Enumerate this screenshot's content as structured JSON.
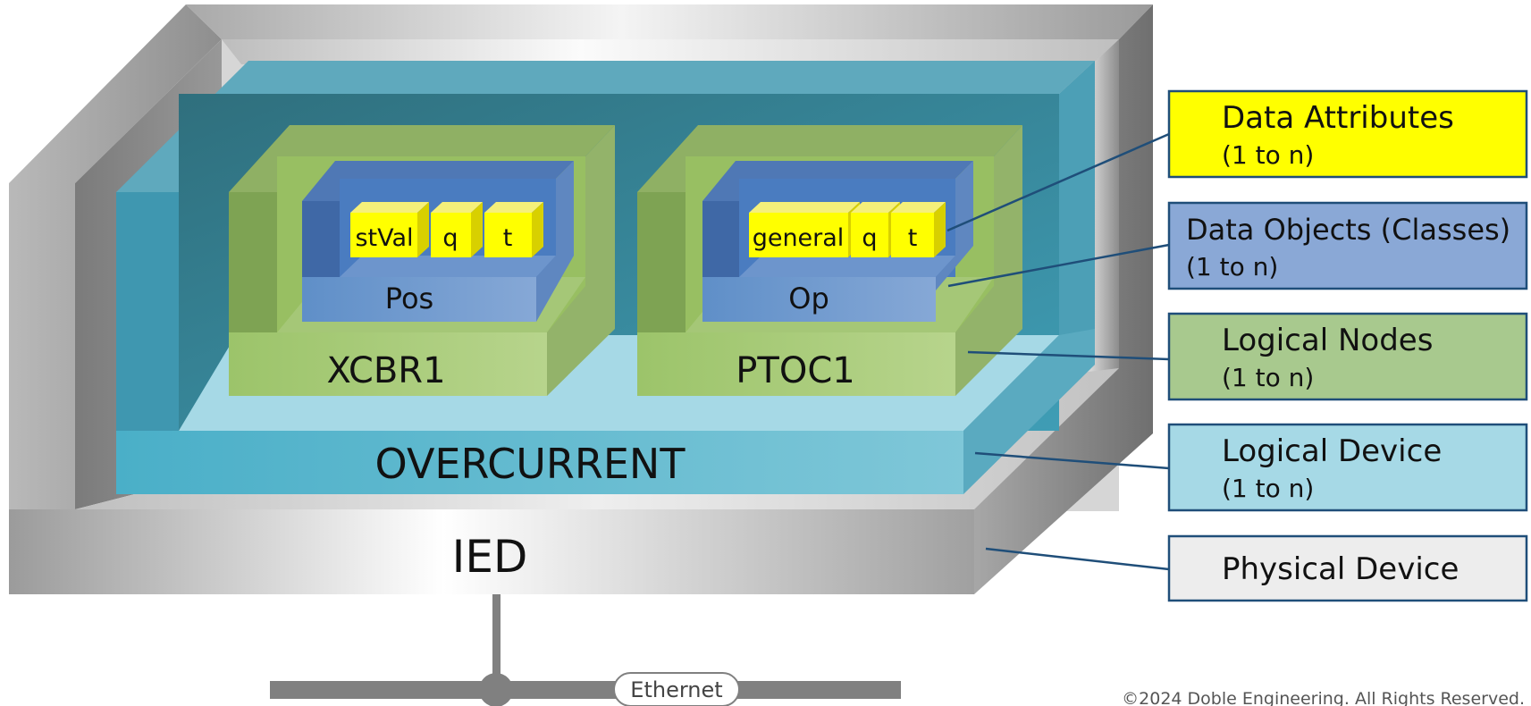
{
  "diagram": {
    "physical_device_label": "IED",
    "logical_device_label": "OVERCURRENT",
    "logical_nodes": [
      {
        "name": "XCBR1",
        "data_object": {
          "name": "Pos",
          "attributes": [
            "stVal",
            "q",
            "t"
          ]
        }
      },
      {
        "name": "PTOC1",
        "data_object": {
          "name": "Op",
          "attributes": [
            "general",
            "q",
            "t"
          ]
        }
      }
    ],
    "network_label": "Ethernet",
    "copyright": "©2024 Doble Engineering. All Rights Reserved."
  },
  "legend": [
    {
      "title": "Data Attributes",
      "subtitle": "(1 to n)",
      "color": "#FFFF00"
    },
    {
      "title": "Data Objects (Classes)",
      "subtitle": "(1 to n)",
      "color": "#8AA8D6"
    },
    {
      "title": "Logical Nodes",
      "subtitle": "(1 to n)",
      "color": "#A8C98E"
    },
    {
      "title": "Logical Device",
      "subtitle": "(1 to n)",
      "color": "#A6D9E6"
    },
    {
      "title": "Physical Device",
      "subtitle": "",
      "color": "#EDEDED"
    }
  ],
  "colors": {
    "leader_line": "#1F4E79",
    "legend_border": "#1F4E79",
    "ethernet_bus": "#808080"
  }
}
